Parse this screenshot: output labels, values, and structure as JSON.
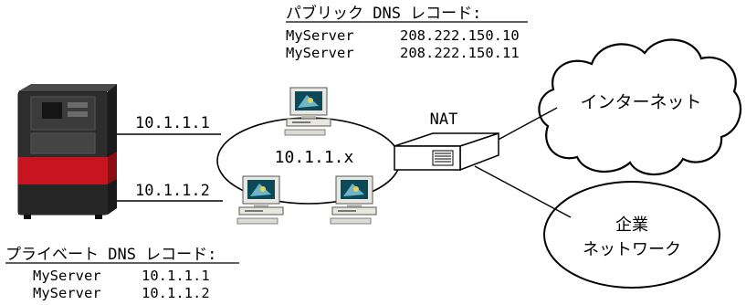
{
  "public_dns": {
    "title": "パブリック DNS レコード:",
    "records": [
      {
        "host": "MyServer",
        "ip": "208.222.150.10"
      },
      {
        "host": "MyServer",
        "ip": "208.222.150.11"
      }
    ]
  },
  "private_dns": {
    "title": "プライベート DNS レコード:",
    "records": [
      {
        "host": "MyServer",
        "ip": "10.1.1.1"
      },
      {
        "host": "MyServer",
        "ip": "10.1.1.2"
      }
    ]
  },
  "server_links": {
    "upper_ip": "10.1.1.1",
    "lower_ip": "10.1.1.2"
  },
  "lan_label": "10.1.1.x",
  "nat_label": "NAT",
  "internet_label": "インターネット",
  "corporate_label_line1": "企業",
  "corporate_label_line2": "ネットワーク"
}
